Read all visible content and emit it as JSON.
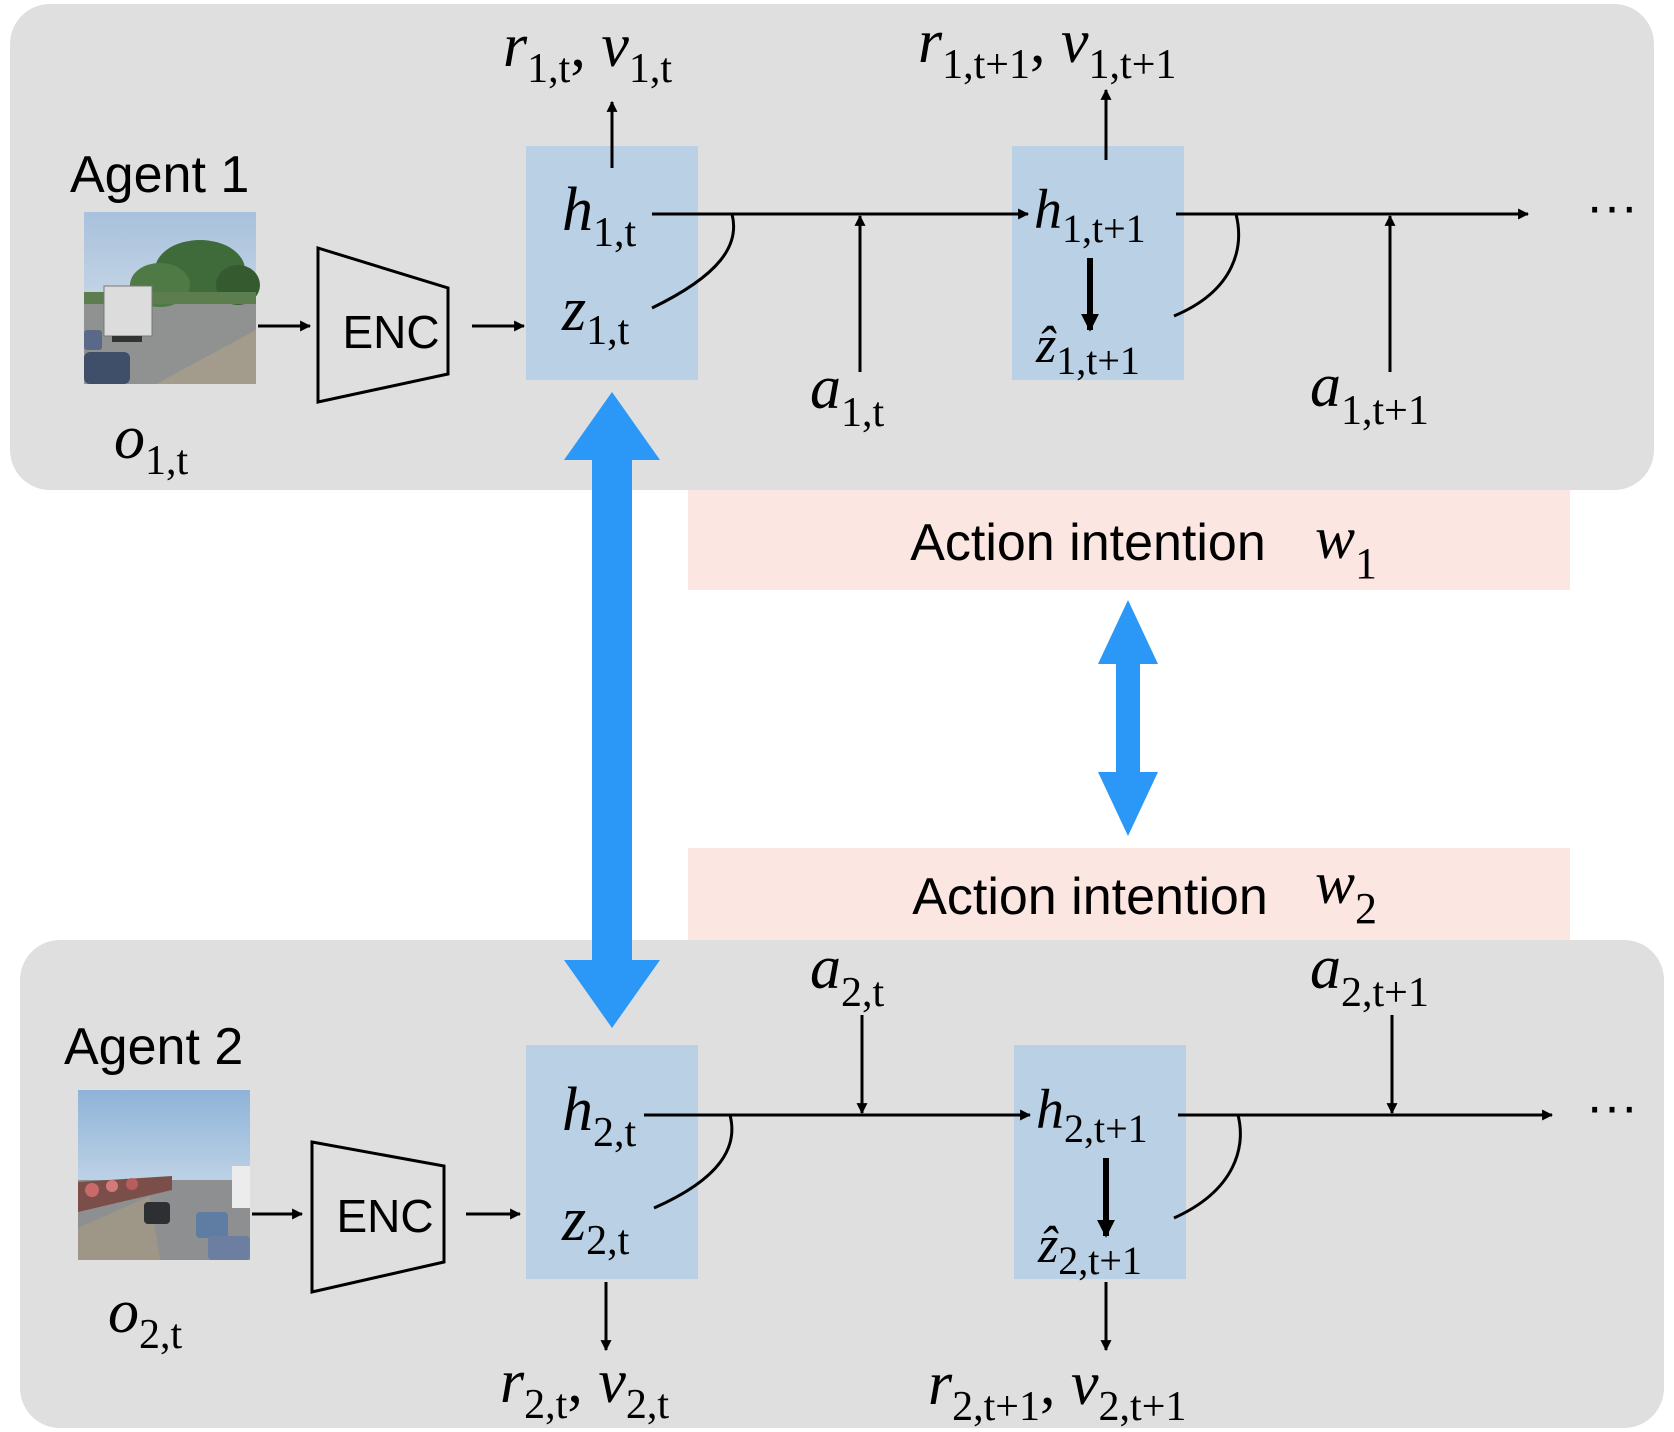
{
  "colors": {
    "agent_panel": "#dfdfdf",
    "state_box": "#b9d0e5",
    "intention_box": "#fbe6e1",
    "comm_arrow": "#2b97f6",
    "line": "#000000"
  },
  "agent1": {
    "title": "Agent 1",
    "obs": {
      "base": "o",
      "sub": "1,t"
    },
    "encoder": "ENC",
    "h_t": {
      "base": "h",
      "sub": "1,t"
    },
    "z_t": {
      "base": "z",
      "sub": "1,t"
    },
    "h_next": {
      "base": "h",
      "sub": "1,t+1"
    },
    "zhat_next": {
      "base": "ẑ",
      "sub": "1,t+1"
    },
    "a_t": {
      "base": "a",
      "sub": "1,t"
    },
    "a_next": {
      "base": "a",
      "sub": "1,t+1"
    },
    "rv_t": {
      "r": "r",
      "r_sub": "1,t",
      "v": "v",
      "v_sub": "1,t"
    },
    "rv_next": {
      "r": "r",
      "r_sub": "1,t+1",
      "v": "v",
      "v_sub": "1,t+1"
    },
    "ellipsis": "···"
  },
  "agent2": {
    "title": "Agent 2",
    "obs": {
      "base": "o",
      "sub": "2,t"
    },
    "encoder": "ENC",
    "h_t": {
      "base": "h",
      "sub": "2,t"
    },
    "z_t": {
      "base": "z",
      "sub": "2,t"
    },
    "h_next": {
      "base": "h",
      "sub": "2,t+1"
    },
    "zhat_next": {
      "base": "ẑ",
      "sub": "2,t+1"
    },
    "a_t": {
      "base": "a",
      "sub": "2,t"
    },
    "a_next": {
      "base": "a",
      "sub": "2,t+1"
    },
    "rv_t": {
      "r": "r",
      "r_sub": "2,t",
      "v": "v",
      "v_sub": "2,t"
    },
    "rv_next": {
      "r": "r",
      "r_sub": "2,t+1",
      "v": "v",
      "v_sub": "2,t+1"
    },
    "ellipsis": "···"
  },
  "intention1": {
    "label": "Action intention",
    "symbol": "w",
    "sub": "1"
  },
  "intention2": {
    "label": "Action intention",
    "symbol": "w",
    "sub": "2"
  }
}
